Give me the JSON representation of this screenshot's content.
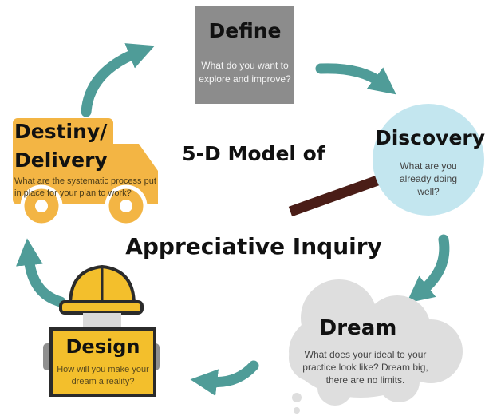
{
  "center": {
    "title_line1": "5-D Model of",
    "title_line2": "Appreciative Inquiry"
  },
  "define": {
    "title": "Define",
    "text": "What do you want to explore and improve?",
    "icon": "gray-square"
  },
  "discovery": {
    "title": "Discovery",
    "text": "What are you already doing well?",
    "icon": "magnifying-glass"
  },
  "dream": {
    "title": "Dream",
    "text": "What does your ideal to your practice look like? Dream big, there are no limits.",
    "icon": "thought-cloud"
  },
  "design": {
    "title": "Design",
    "text": "How will you make your dream a reality?",
    "icon": "hard-hat-sign"
  },
  "destiny": {
    "title_line1": "Destiny/",
    "title_line2": "Delivery",
    "text": "What are the systematic process put in place for your plan to work?",
    "icon": "delivery-truck"
  },
  "colors": {
    "arrow": "#4f9c98",
    "define_box": "#8c8c8c",
    "discovery_lens": "#c3e6ef",
    "magnifier_handle": "#4a1d17",
    "dream_cloud": "#dedede",
    "design_sign": "#f3bf2c",
    "truck": "#f3b544"
  }
}
